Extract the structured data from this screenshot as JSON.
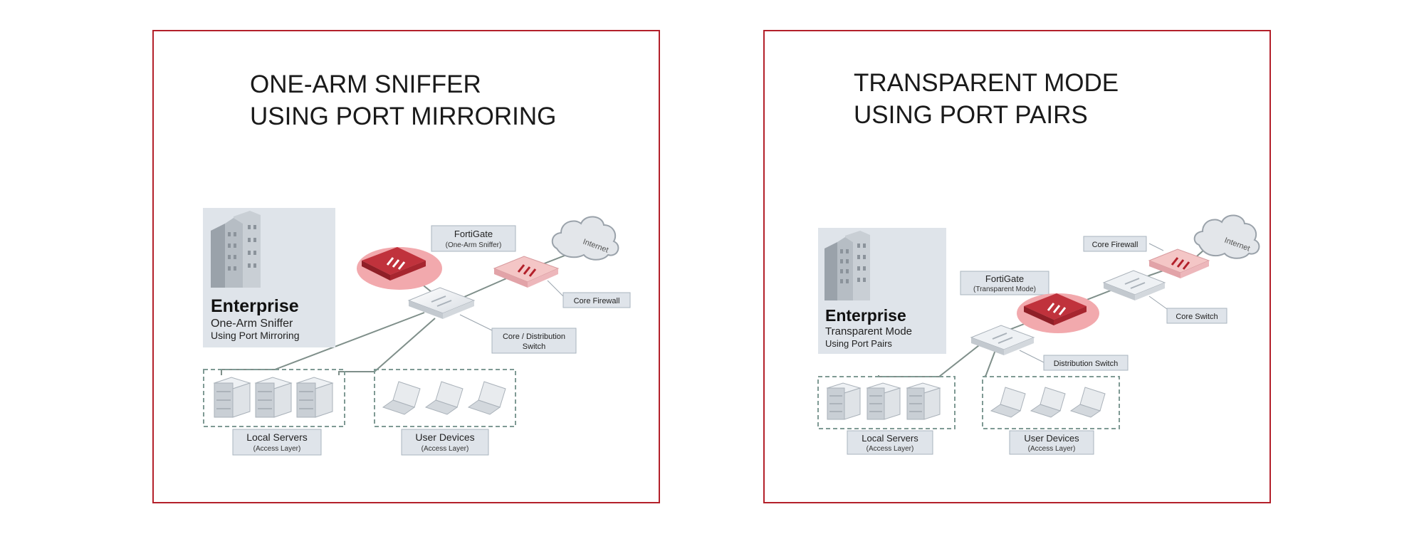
{
  "panels": [
    {
      "title_line1": "ONE-ARM SNIFFER",
      "title_line2": "USING PORT MIRRORING",
      "enterprise": {
        "title": "Enterprise",
        "line1": "One-Arm Sniffer",
        "line2": "Using Port Mirroring"
      },
      "fortigate": {
        "title": "FortiGate",
        "subtitle": "(One-Arm Sniffer)"
      },
      "internet": "Internet",
      "core_firewall": "Core Firewall",
      "switch_label_line1": "Core / Distribution",
      "switch_label_line2": "Switch",
      "local_servers": {
        "title": "Local Servers",
        "subtitle": "(Access Layer)"
      },
      "user_devices": {
        "title": "User Devices",
        "subtitle": "(Access Layer)"
      }
    },
    {
      "title_line1": "TRANSPARENT MODE",
      "title_line2": "USING PORT PAIRS",
      "enterprise": {
        "title": "Enterprise",
        "line1": "Transparent Mode",
        "line2": "Using Port Pairs"
      },
      "fortigate": {
        "title": "FortiGate",
        "subtitle": "(Transparent Mode)"
      },
      "internet": "Internet",
      "core_firewall": "Core Firewall",
      "core_switch": "Core Switch",
      "distribution_switch": "Distribution Switch",
      "local_servers": {
        "title": "Local Servers",
        "subtitle": "(Access Layer)"
      },
      "user_devices": {
        "title": "User Devices",
        "subtitle": "(Access Layer)"
      }
    }
  ],
  "colors": {
    "frame": "#b3202a",
    "label_box": "#dfe4ea",
    "label_border": "#aab4bf",
    "cable": "#7f8f8a",
    "fortigate_glow": "#f2a9ad",
    "fortigate_body": "#c0323c",
    "firewall_body": "#f4c6c6",
    "switch_body": "#eef1f4"
  }
}
